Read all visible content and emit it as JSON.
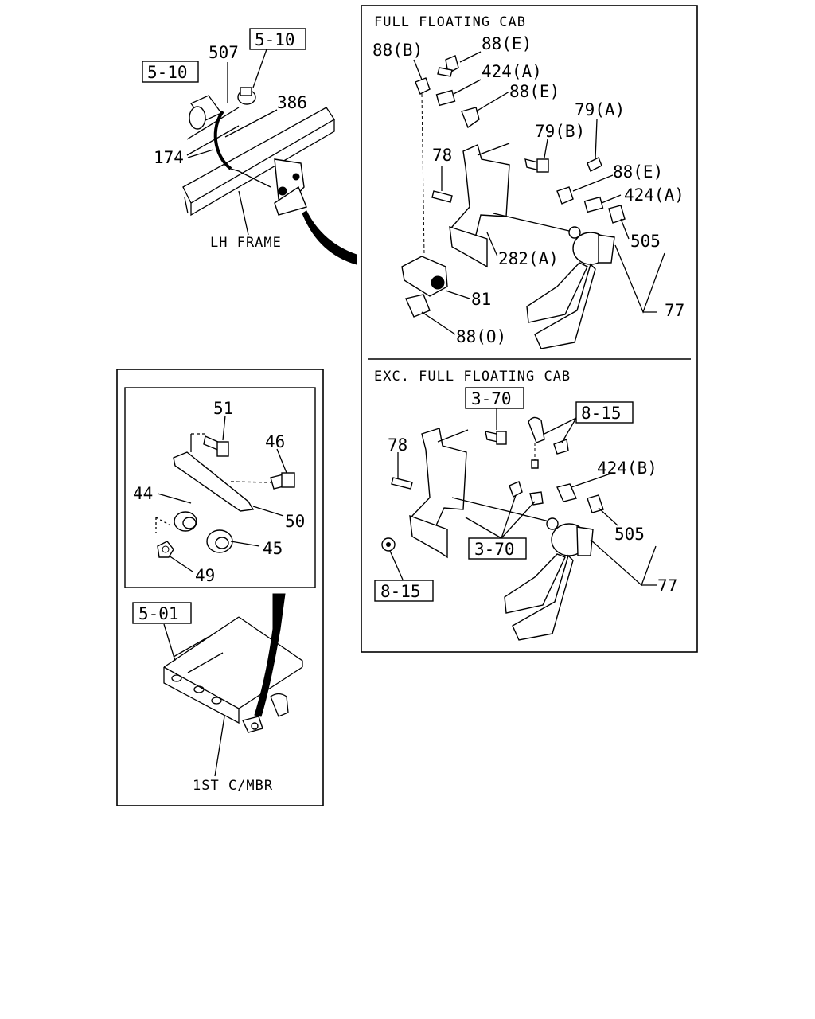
{
  "sections": {
    "full_floating_title": "FULL FLOATING CAB",
    "exc_full_floating_title": "EXC. FULL FLOATING CAB"
  },
  "refs": {
    "r510a": "5-10",
    "r510b": "5-10",
    "r370a": "3-70",
    "r815a": "8-15",
    "r370b": "3-70",
    "r815b": "8-15",
    "r501": "5-01"
  },
  "labels": {
    "l507": "507",
    "l386": "386",
    "l174": "174",
    "lh_frame": "LH FRAME",
    "f88b": "88(B)",
    "f88e1": "88(E)",
    "f424a1": "424(A)",
    "f88e2": "88(E)",
    "f79a": "79(A)",
    "f79b": "79(B)",
    "f78": "78",
    "f88e3": "88(E)",
    "f424a2": "424(A)",
    "f505": "505",
    "f282a": "282(A)",
    "f81": "81",
    "f77": "77",
    "f88o": "88(O)",
    "e78": "78",
    "e424b": "424(B)",
    "e505": "505",
    "e77": "77",
    "i51": "51",
    "i46": "46",
    "i44": "44",
    "i50": "50",
    "i45": "45",
    "i49": "49",
    "c_mbr": "1ST C/MBR"
  }
}
